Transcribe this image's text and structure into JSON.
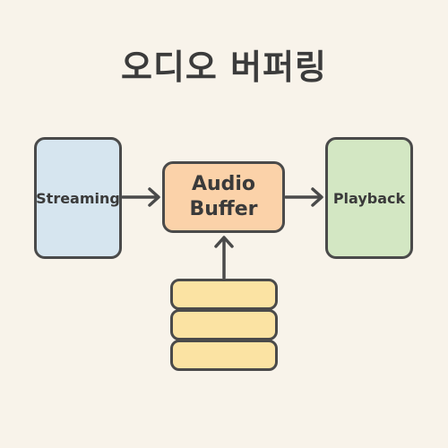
{
  "title": "오디오 버퍼링",
  "nodes": {
    "streaming": {
      "label": "Streaming",
      "color": "#d6e5ef"
    },
    "buffer": {
      "label": "Audio\nBuffer",
      "color": "#fbd2a9"
    },
    "playback": {
      "label": "Playback",
      "color": "#d3e7c3"
    }
  },
  "data_stack": {
    "blocks": 3,
    "color": "#fbe3a3"
  },
  "colors": {
    "background": "#f8f3ea",
    "stroke": "#4a4a4a",
    "text": "#3a3a3a"
  },
  "edges": [
    {
      "from": "streaming",
      "to": "buffer"
    },
    {
      "from": "buffer",
      "to": "playback"
    },
    {
      "from": "data-stack",
      "to": "buffer"
    }
  ]
}
